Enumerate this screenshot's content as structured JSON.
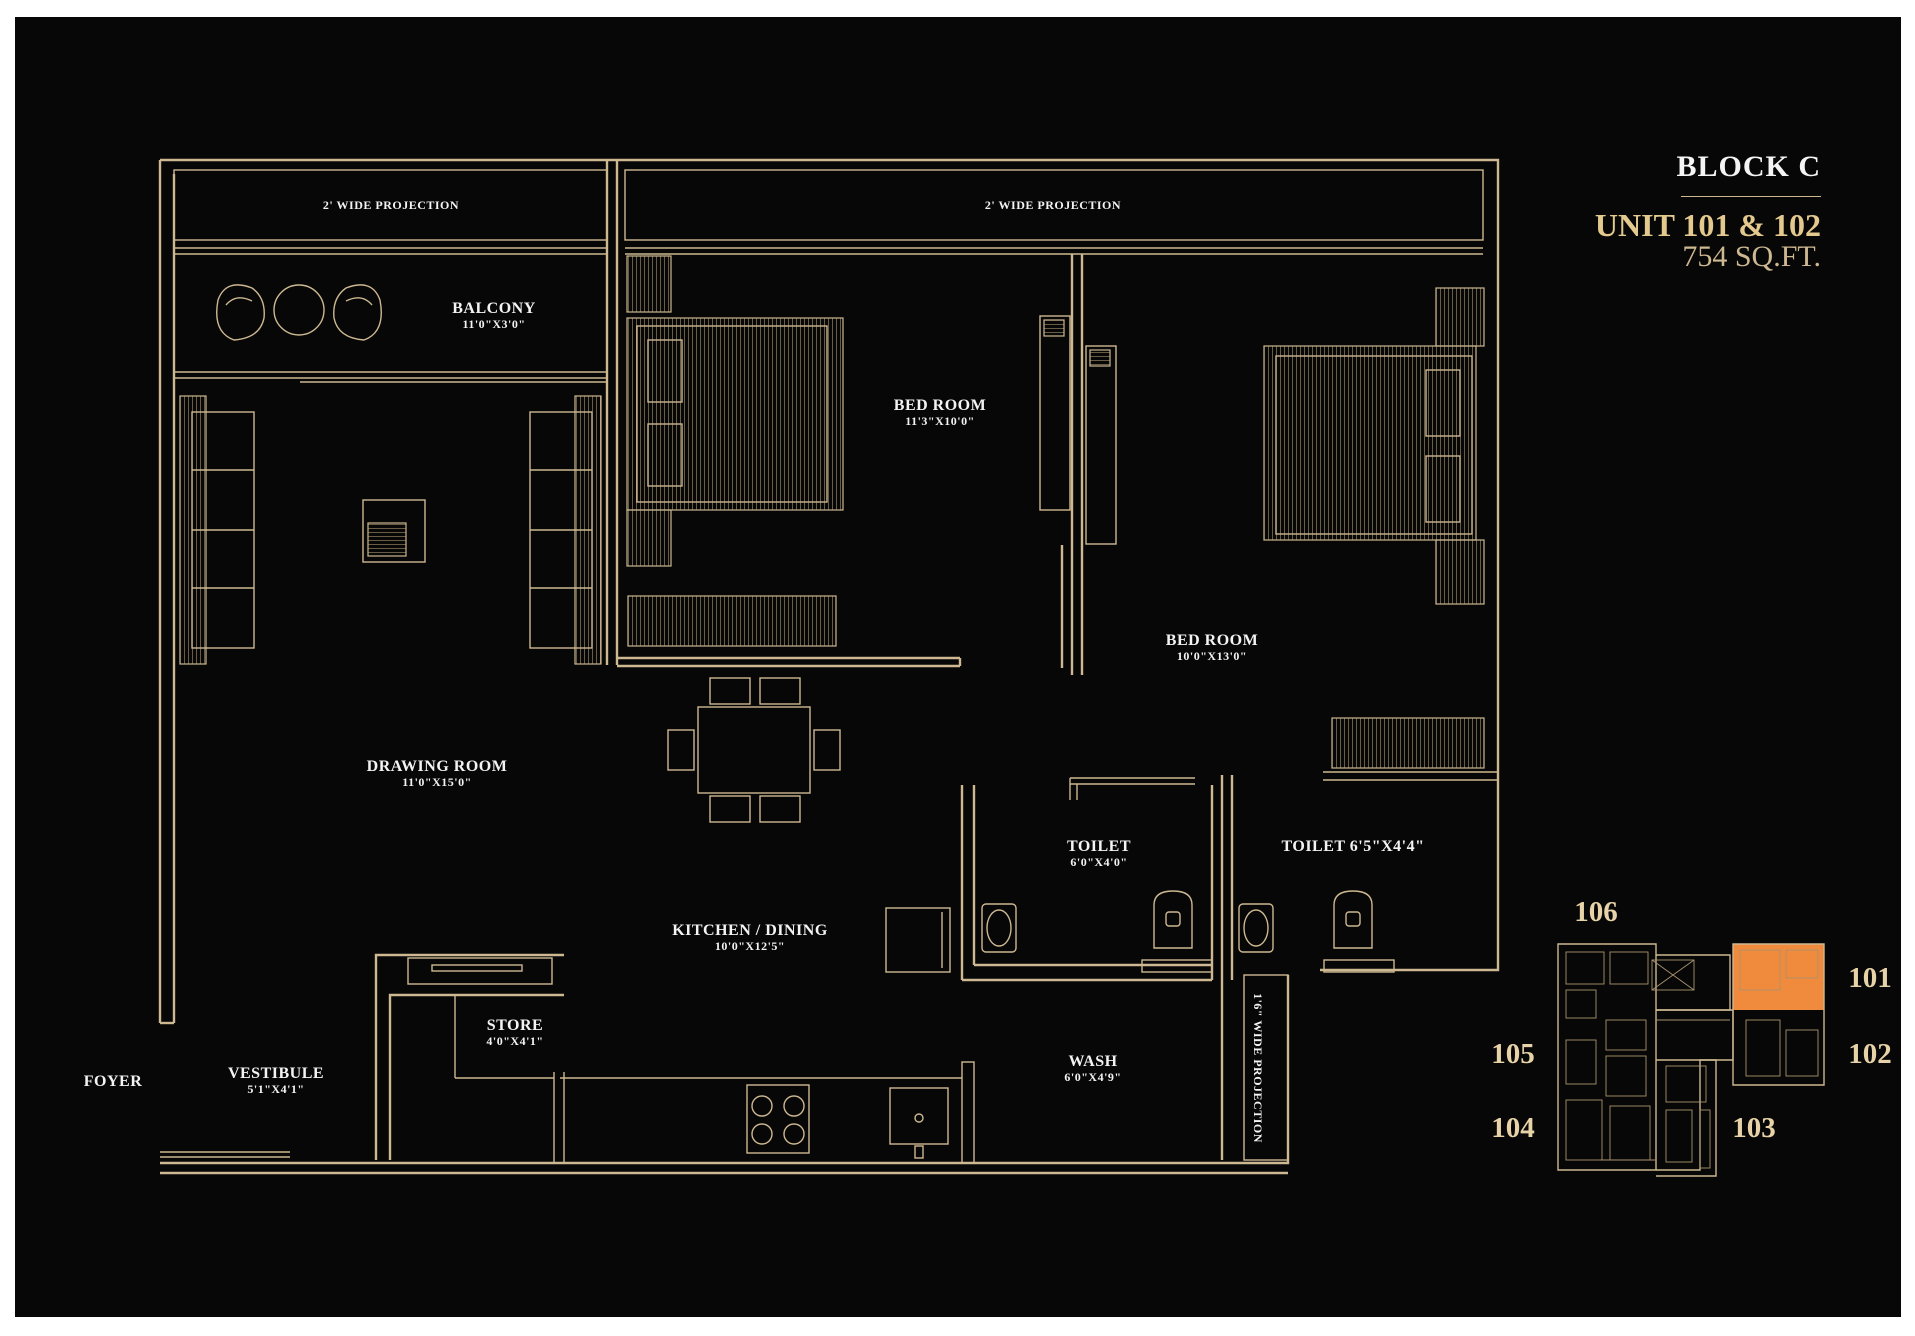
{
  "title_block": {
    "block": "BLOCK C",
    "unit": "UNIT 101 & 102",
    "area": "754 SQ.FT."
  },
  "rooms": {
    "projection_left": "2' WIDE PROJECTION",
    "projection_right": "2' WIDE PROJECTION",
    "balcony": {
      "name": "BALCONY",
      "size": "11'0\"X3'0\""
    },
    "bedroom_1": {
      "name": "BED ROOM",
      "size": "11'3\"X10'0\""
    },
    "bedroom_2": {
      "name": "BED ROOM",
      "size": "10'0\"X13'0\""
    },
    "drawing_room": {
      "name": "DRAWING  ROOM",
      "size": "11'0\"X15'0\""
    },
    "kitchen_dining": {
      "name": "KITCHEN / DINING",
      "size": "10'0\"X12'5\""
    },
    "toilet_1": {
      "name": "TOILET",
      "size": "6'0\"X4'0\""
    },
    "toilet_2": {
      "name": "TOILET 6'5\"X4'4\""
    },
    "store": {
      "name": "STORE",
      "size": "4'0\"X4'1\""
    },
    "wash": {
      "name": "WASH",
      "size": "6'0\"X4'9\""
    },
    "vestibule": {
      "name": "VESTIBULE",
      "size": "5'1\"X4'1\""
    },
    "foyer": "FOYER",
    "projection_vertical": "1'6\" WIDE PROJECTION"
  },
  "key_plan": {
    "units": [
      "101",
      "102",
      "103",
      "104",
      "105",
      "106"
    ],
    "highlighted": "101",
    "highlight_color": "#f08a3c"
  },
  "colors": {
    "background": "#070707",
    "linework": "#cdb891",
    "accent": "#e3c98e"
  }
}
